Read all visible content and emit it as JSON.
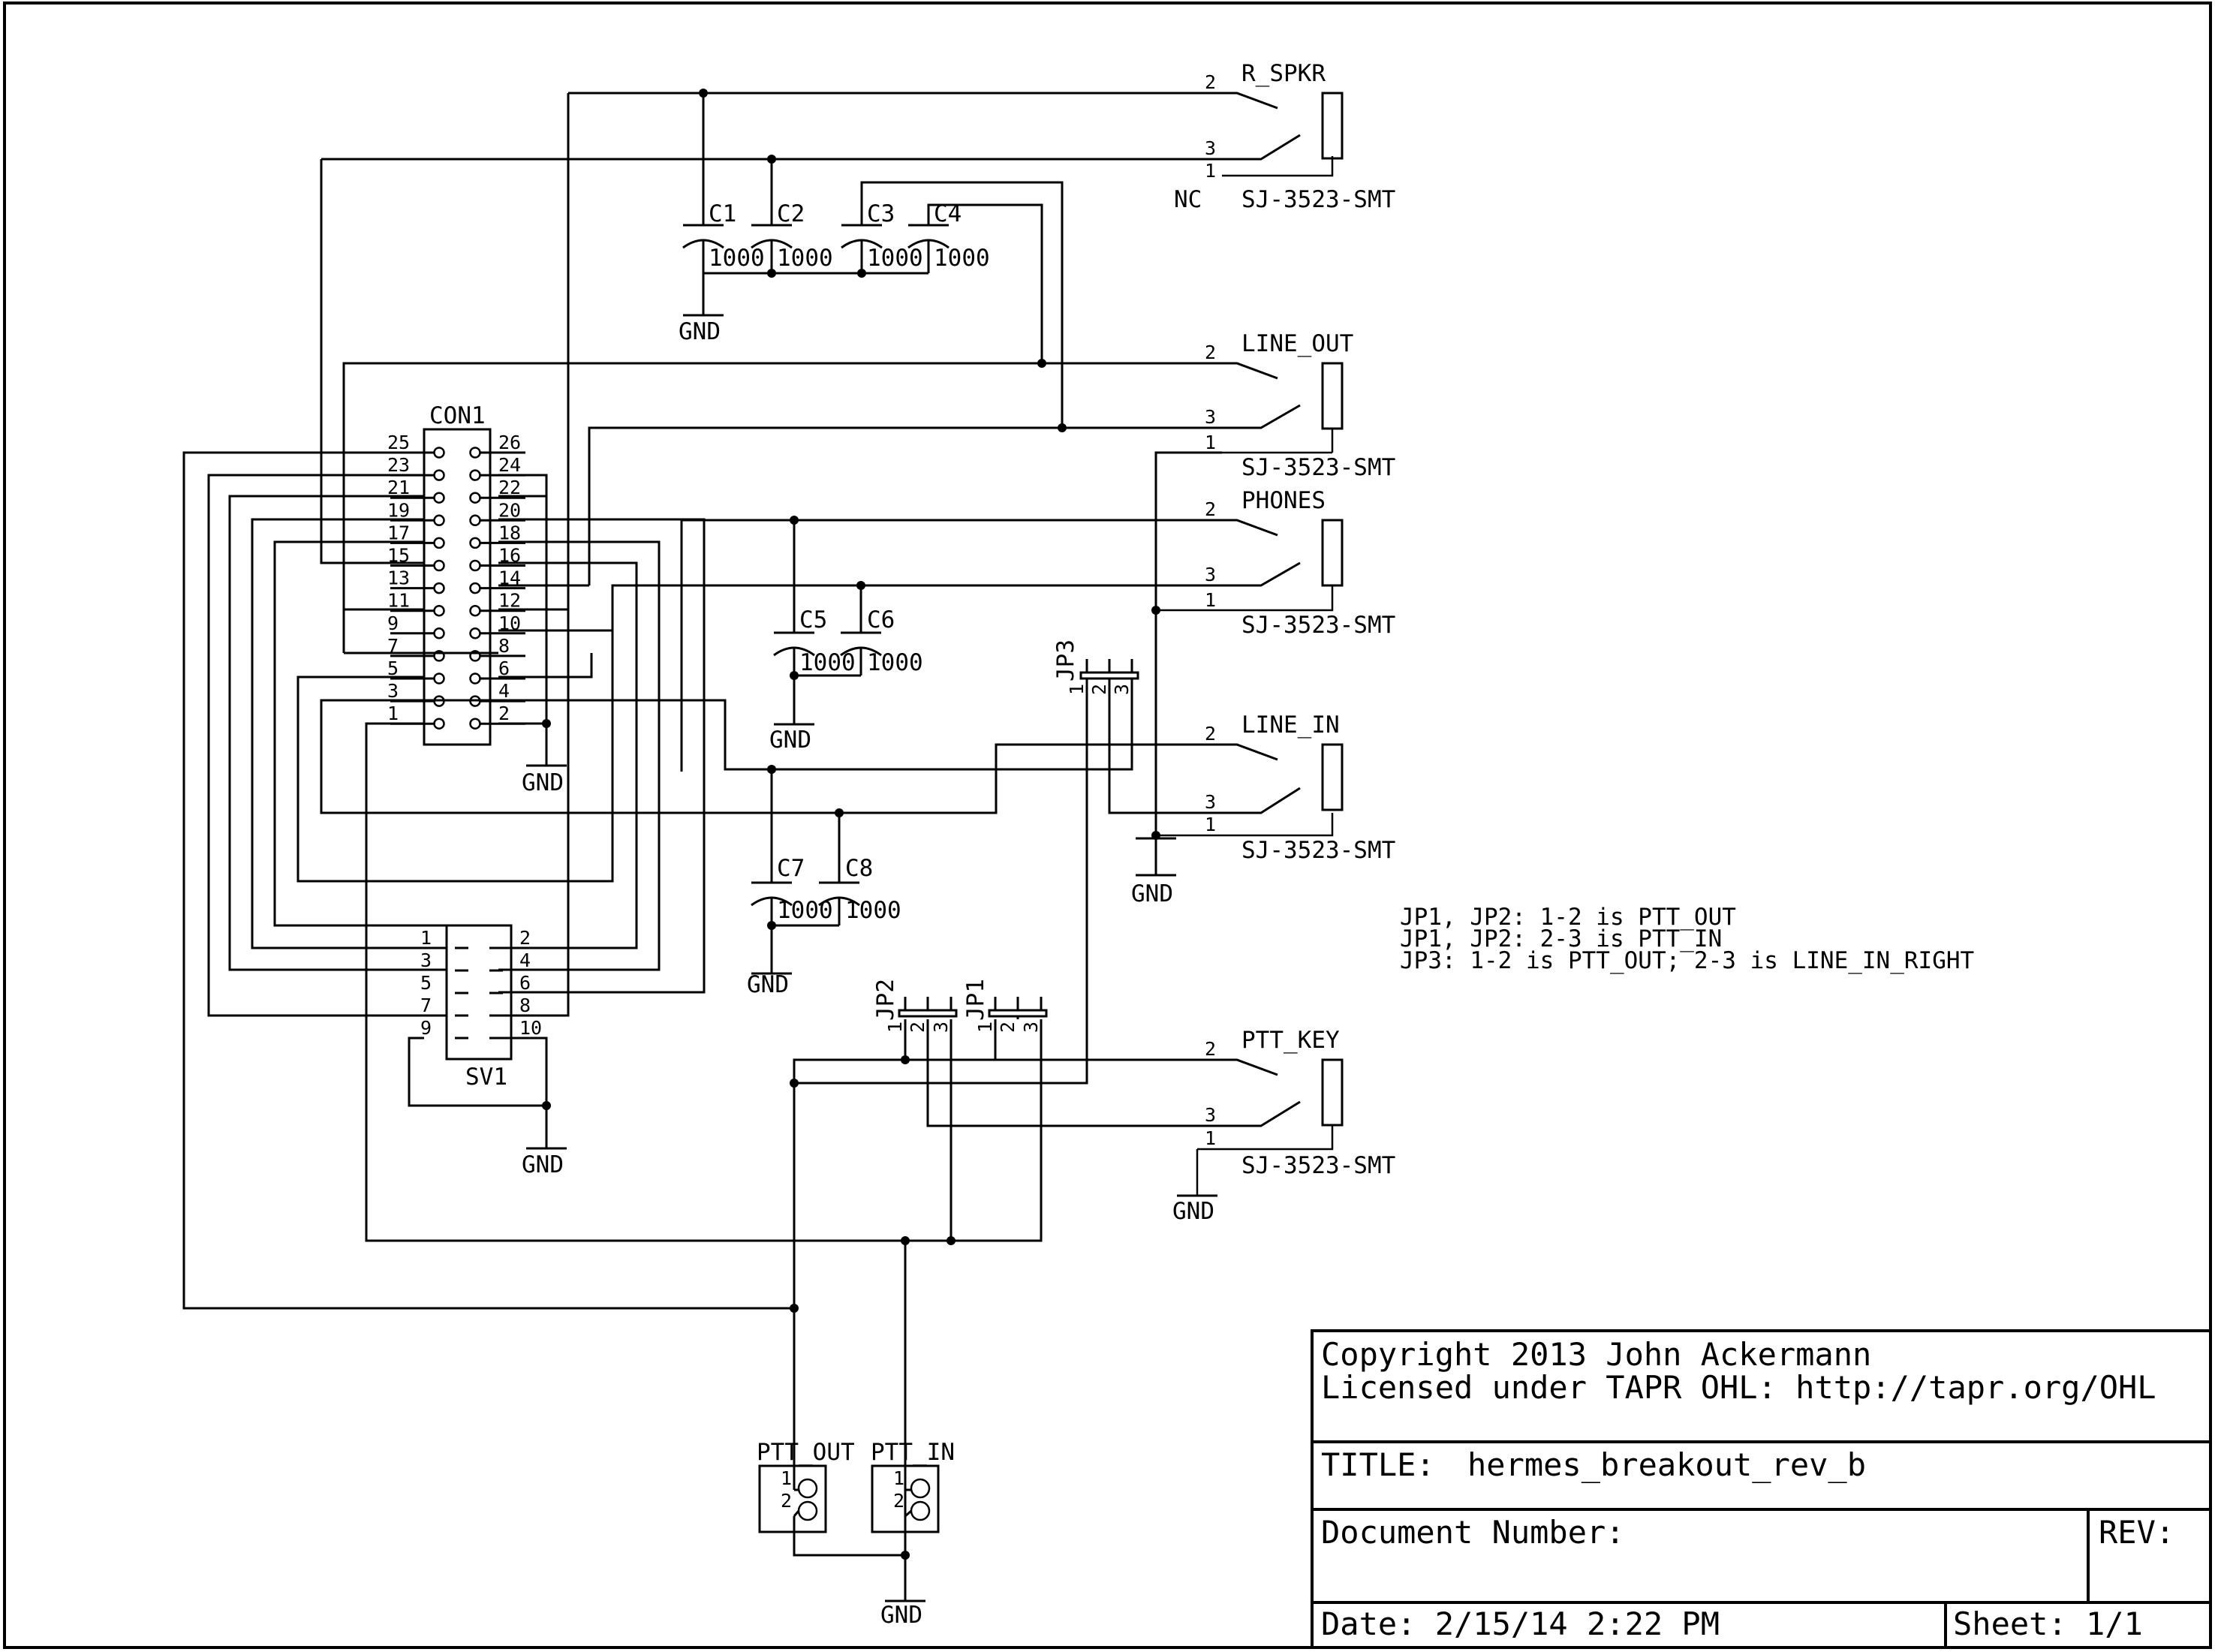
{
  "jacks": [
    {
      "name": "R_SPKR",
      "part": "SJ-3523-SMT",
      "nc": "NC",
      "pins": [
        "2",
        "3",
        "1"
      ]
    },
    {
      "name": "LINE_OUT",
      "part": "SJ-3523-SMT",
      "pins": [
        "2",
        "3",
        "1"
      ]
    },
    {
      "name": "PHONES",
      "part": "SJ-3523-SMT",
      "pins": [
        "2",
        "3",
        "1"
      ]
    },
    {
      "name": "LINE_IN",
      "part": "SJ-3523-SMT",
      "pins": [
        "2",
        "3",
        "1"
      ]
    },
    {
      "name": "PTT_KEY",
      "part": "SJ-3523-SMT",
      "pins": [
        "2",
        "3",
        "1"
      ]
    }
  ],
  "capacitors": [
    {
      "name": "C1",
      "value": "1000"
    },
    {
      "name": "C2",
      "value": "1000"
    },
    {
      "name": "C3",
      "value": "1000"
    },
    {
      "name": "C4",
      "value": "1000"
    },
    {
      "name": "C5",
      "value": "1000"
    },
    {
      "name": "C6",
      "value": "1000"
    },
    {
      "name": "C7",
      "value": "1000"
    },
    {
      "name": "C8",
      "value": "1000"
    }
  ],
  "con1": {
    "name": "CON1",
    "left_pins": [
      "25",
      "23",
      "21",
      "19",
      "17",
      "15",
      "13",
      "11",
      "9",
      "7",
      "5",
      "3",
      "1"
    ],
    "right_pins": [
      "26",
      "24",
      "22",
      "20",
      "18",
      "16",
      "14",
      "12",
      "10",
      "8",
      "6",
      "4",
      "2"
    ]
  },
  "sv1": {
    "name": "SV1",
    "left_pins": [
      "1",
      "3",
      "5",
      "7",
      "9"
    ],
    "right_pins": [
      "2",
      "4",
      "6",
      "8",
      "10"
    ]
  },
  "jumpers": [
    {
      "name": "JP3",
      "pins": [
        "1",
        "2",
        "3"
      ]
    },
    {
      "name": "JP2",
      "pins": [
        "1",
        "2",
        "3"
      ]
    },
    {
      "name": "JP1",
      "pins": [
        "1",
        "2",
        "3"
      ]
    }
  ],
  "terminals": [
    {
      "name": "PTT_OUT",
      "pins": [
        "1",
        "2"
      ]
    },
    {
      "name": "PTT_IN",
      "pins": [
        "1",
        "2"
      ]
    }
  ],
  "gnd_label": "GND",
  "notes": [
    "JP1, JP2: 1-2 is PTT_OUT",
    "JP1, JP2: 2-3 is PTT_IN",
    "JP3: 1-2 is PTT_OUT; 2-3 is LINE_IN_RIGHT"
  ],
  "title_block": {
    "copyright": "Copyright 2013 John Ackermann",
    "license": "Licensed under TAPR OHL: http://tapr.org/OHL",
    "title_label": "TITLE:",
    "title_value": "hermes_breakout_rev_b",
    "doc_number_label": "Document Number:",
    "rev_label": "REV:",
    "date": "Date: 2/15/14 2:22 PM",
    "sheet": "Sheet: 1/1"
  }
}
